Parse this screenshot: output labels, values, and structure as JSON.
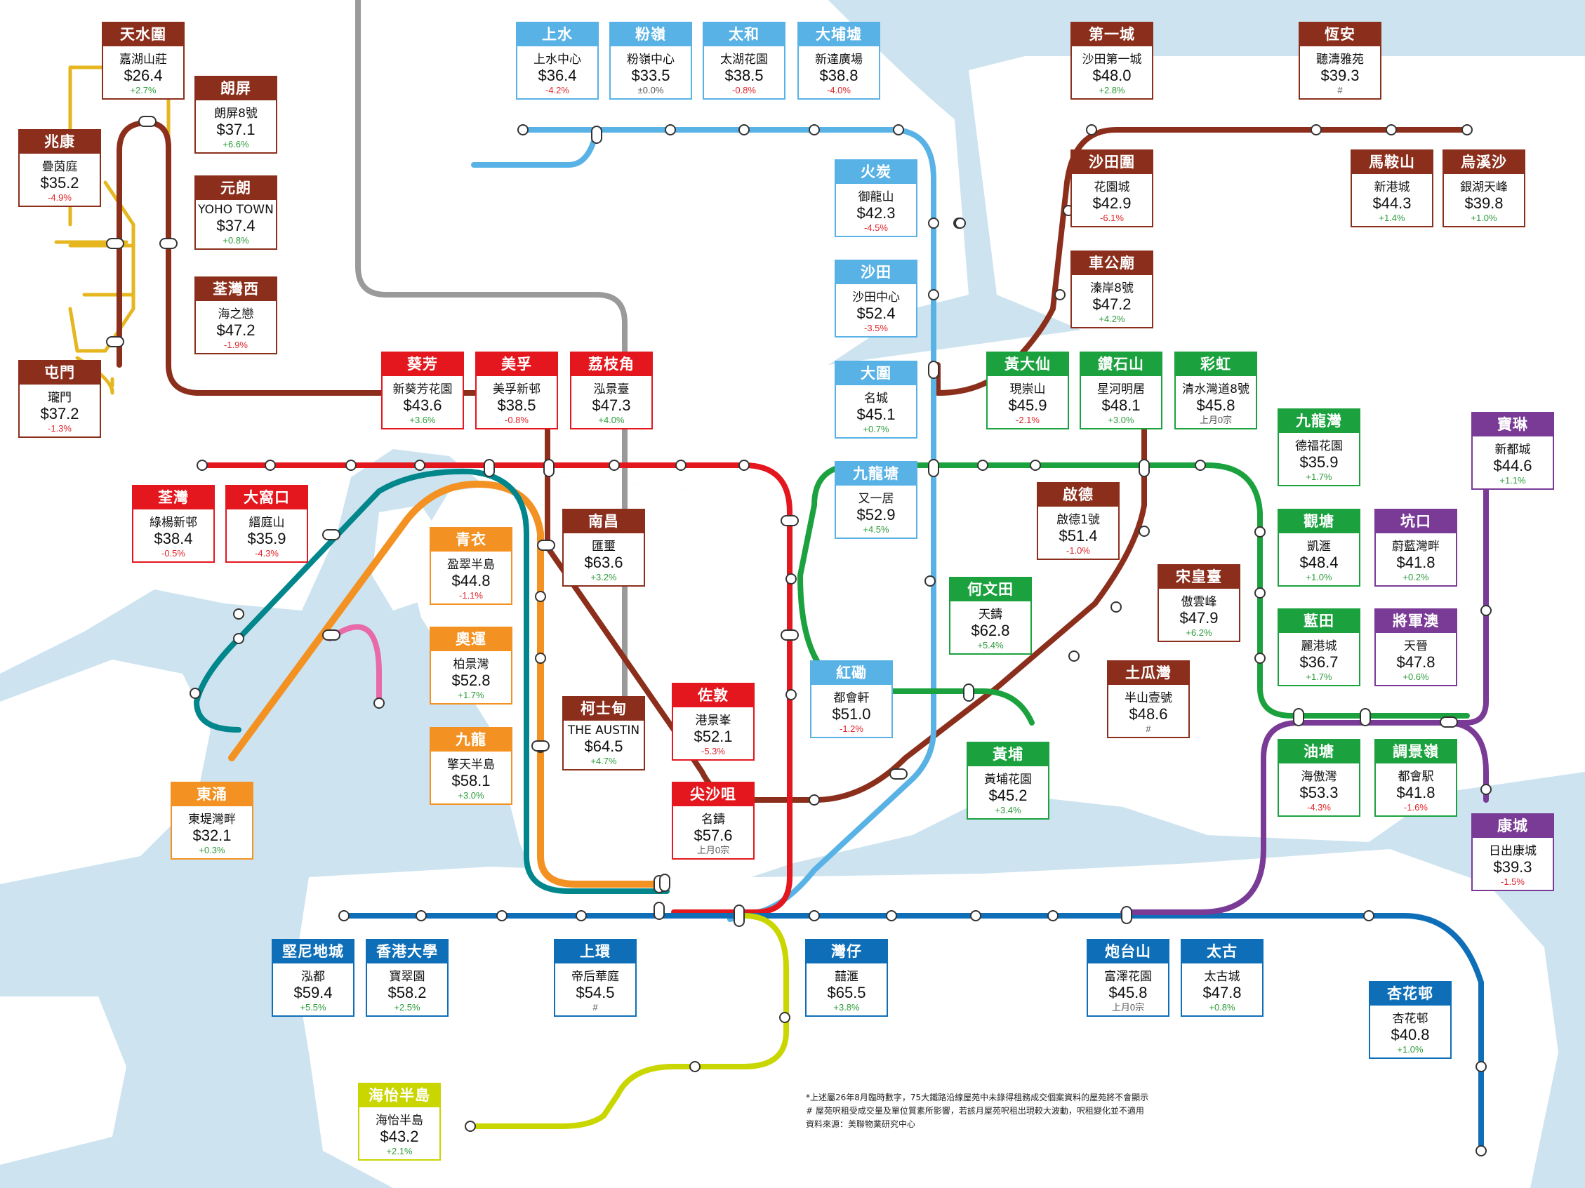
{
  "colors": {
    "sea": "#cde3ef",
    "land": "#ffffff",
    "east_rail": "#58b2e5",
    "tuen_ma": "#8b2f1c",
    "tsuen_wan": "#e3171d",
    "kwun_tong": "#1ba23e",
    "island": "#0e6fb8",
    "tung_chung": "#f39222",
    "airport_express": "#00868b",
    "tseung_kwan_o": "#7a3b96",
    "south_island": "#c9d600",
    "light_rail": "#e5b61e",
    "disneyland": "#e86aa8",
    "boundary": "#9a9a9a",
    "up": "#2e9d3c",
    "down": "#e0262b"
  },
  "stations": {
    "tin_shui_wai": {
      "name": "天水圍",
      "estate": "嘉湖山莊",
      "price": "$26.4",
      "change": "+2.7%",
      "color": "#8b2f1c"
    },
    "long_ping": {
      "name": "朗屏",
      "estate": "朗屏8號",
      "price": "$37.1",
      "change": "+6.6%",
      "color": "#8b2f1c"
    },
    "siu_hong": {
      "name": "兆康",
      "estate": "疊茵庭",
      "price": "$35.2",
      "change": "-4.9%",
      "color": "#8b2f1c"
    },
    "yuen_long": {
      "name": "元朗",
      "estate": "YOHO TOWN",
      "price": "$37.4",
      "change": "+0.8%",
      "color": "#8b2f1c"
    },
    "tsuen_wan_west": {
      "name": "荃灣西",
      "estate": "海之戀",
      "price": "$47.2",
      "change": "-1.9%",
      "color": "#8b2f1c"
    },
    "tuen_mun": {
      "name": "屯門",
      "estate": "瓏門",
      "price": "$37.2",
      "change": "-1.3%",
      "color": "#8b2f1c"
    },
    "sheung_shui": {
      "name": "上水",
      "estate": "上水中心",
      "price": "$36.4",
      "change": "-4.2%",
      "color": "#58b2e5"
    },
    "fanling": {
      "name": "粉嶺",
      "estate": "粉嶺中心",
      "price": "$33.5",
      "change": "±0.0%",
      "color": "#58b2e5"
    },
    "tai_wo": {
      "name": "太和",
      "estate": "太湖花園",
      "price": "$38.5",
      "change": "-0.8%",
      "color": "#58b2e5"
    },
    "tai_po_market": {
      "name": "大埔墟",
      "estate": "新達廣場",
      "price": "$38.8",
      "change": "-4.0%",
      "color": "#58b2e5"
    },
    "fo_tan": {
      "name": "火炭",
      "estate": "御龍山",
      "price": "$42.3",
      "change": "-4.5%",
      "color": "#58b2e5"
    },
    "sha_tin": {
      "name": "沙田",
      "estate": "沙田中心",
      "price": "$52.4",
      "change": "-3.5%",
      "color": "#58b2e5"
    },
    "tai_wai": {
      "name": "大圍",
      "estate": "名城",
      "price": "$45.1",
      "change": "+0.7%",
      "color": "#58b2e5"
    },
    "kowloon_tong": {
      "name": "九龍塘",
      "estate": "又一居",
      "price": "$52.9",
      "change": "+4.5%",
      "color": "#58b2e5"
    },
    "city_one": {
      "name": "第一城",
      "estate": "沙田第一城",
      "price": "$48.0",
      "change": "+2.8%",
      "color": "#8b2f1c"
    },
    "heng_on": {
      "name": "恆安",
      "estate": "聽濤雅苑",
      "price": "$39.3",
      "change": "#",
      "color": "#8b2f1c"
    },
    "sha_tin_wai": {
      "name": "沙田圍",
      "estate": "花園城",
      "price": "$42.9",
      "change": "-6.1%",
      "color": "#8b2f1c"
    },
    "ma_on_shan": {
      "name": "馬鞍山",
      "estate": "新港城",
      "price": "$44.3",
      "change": "+1.4%",
      "color": "#8b2f1c"
    },
    "wu_kai_sha": {
      "name": "烏溪沙",
      "estate": "銀湖天峰",
      "price": "$39.8",
      "change": "+1.0%",
      "color": "#8b2f1c"
    },
    "che_kung_temple": {
      "name": "車公廟",
      "estate": "溱岸8號",
      "price": "$47.2",
      "change": "+4.2%",
      "color": "#8b2f1c"
    },
    "kwai_fong": {
      "name": "葵芳",
      "estate": "新葵芳花園",
      "price": "$43.6",
      "change": "+3.6%",
      "color": "#e3171d"
    },
    "mei_foo": {
      "name": "美孚",
      "estate": "美孚新邨",
      "price": "$38.5",
      "change": "-0.8%",
      "color": "#e3171d"
    },
    "lai_chi_kok": {
      "name": "荔枝角",
      "estate": "泓景臺",
      "price": "$47.3",
      "change": "+4.0%",
      "color": "#e3171d"
    },
    "tsuen_wan": {
      "name": "荃灣",
      "estate": "綠楊新邨",
      "price": "$38.4",
      "change": "-0.5%",
      "color": "#e3171d"
    },
    "tai_wo_hau": {
      "name": "大窩口",
      "estate": "縉庭山",
      "price": "$35.9",
      "change": "-4.3%",
      "color": "#e3171d"
    },
    "wong_tai_sin": {
      "name": "黃大仙",
      "estate": "現崇山",
      "price": "$45.9",
      "change": "-2.1%",
      "color": "#1ba23e"
    },
    "diamond_hill": {
      "name": "鑽石山",
      "estate": "星河明居",
      "price": "$48.1",
      "change": "+3.0%",
      "color": "#1ba23e"
    },
    "choi_hung": {
      "name": "彩虹",
      "estate": "清水灣道8號",
      "price": "$45.8",
      "change": "上月0宗",
      "color": "#1ba23e"
    },
    "kowloon_bay": {
      "name": "九龍灣",
      "estate": "德福花園",
      "price": "$35.9",
      "change": "+1.7%",
      "color": "#1ba23e"
    },
    "po_lam": {
      "name": "寶琳",
      "estate": "新都城",
      "price": "$44.6",
      "change": "+1.1%",
      "color": "#7a3b96"
    },
    "kai_tak": {
      "name": "啟德",
      "estate": "啟德1號",
      "price": "$51.4",
      "change": "-1.0%",
      "color": "#8b2f1c"
    },
    "kwun_tong": {
      "name": "觀塘",
      "estate": "凱滙",
      "price": "$48.4",
      "change": "+1.0%",
      "color": "#1ba23e"
    },
    "hang_hau": {
      "name": "坑口",
      "estate": "蔚藍灣畔",
      "price": "$41.8",
      "change": "+0.2%",
      "color": "#7a3b96"
    },
    "tsing_yi": {
      "name": "青衣",
      "estate": "盈翠半島",
      "price": "$44.8",
      "change": "-1.1%",
      "color": "#f39222"
    },
    "nam_cheong": {
      "name": "南昌",
      "estate": "匯璽",
      "price": "$63.6",
      "change": "+3.2%",
      "color": "#8b2f1c"
    },
    "sung_wong_toi": {
      "name": "宋皇臺",
      "estate": "傲雲峰",
      "price": "$47.9",
      "change": "+6.2%",
      "color": "#8b2f1c"
    },
    "ho_man_tin": {
      "name": "何文田",
      "estate": "天鑄",
      "price": "$62.8",
      "change": "+5.4%",
      "color": "#1ba23e"
    },
    "lam_tin": {
      "name": "藍田",
      "estate": "麗港城",
      "price": "$36.7",
      "change": "+1.7%",
      "color": "#1ba23e"
    },
    "tseung_kwan_o": {
      "name": "將軍澳",
      "estate": "天晉",
      "price": "$47.8",
      "change": "+0.6%",
      "color": "#7a3b96"
    },
    "olympic": {
      "name": "奧運",
      "estate": "柏景灣",
      "price": "$52.8",
      "change": "+1.7%",
      "color": "#f39222"
    },
    "to_kwa_wan": {
      "name": "土瓜灣",
      "estate": "半山壹號",
      "price": "$48.6",
      "change": "#",
      "color": "#8b2f1c"
    },
    "hung_hom": {
      "name": "紅磡",
      "estate": "都會軒",
      "price": "$51.0",
      "change": "-1.2%",
      "color": "#58b2e5"
    },
    "jordan": {
      "name": "佐敦",
      "estate": "港景峯",
      "price": "$52.1",
      "change": "-5.3%",
      "color": "#e3171d"
    },
    "austin": {
      "name": "柯士甸",
      "estate": "THE AUSTIN",
      "price": "$64.5",
      "change": "+4.7%",
      "color": "#8b2f1c"
    },
    "kowloon": {
      "name": "九龍",
      "estate": "擎天半島",
      "price": "$58.1",
      "change": "+3.0%",
      "color": "#f39222"
    },
    "tsim_sha_tsui": {
      "name": "尖沙咀",
      "estate": "名鑄",
      "price": "$57.6",
      "change": "上月0宗",
      "color": "#e3171d"
    },
    "whampoa": {
      "name": "黃埔",
      "estate": "黃埔花園",
      "price": "$45.2",
      "change": "+3.4%",
      "color": "#1ba23e"
    },
    "yau_tong": {
      "name": "油塘",
      "estate": "海傲灣",
      "price": "$53.3",
      "change": "-4.3%",
      "color": "#1ba23e"
    },
    "tiu_keng_leng": {
      "name": "調景嶺",
      "estate": "都會駅",
      "price": "$41.8",
      "change": "-1.6%",
      "color": "#1ba23e"
    },
    "lohas_park": {
      "name": "康城",
      "estate": "日出康城",
      "price": "$39.3",
      "change": "-1.5%",
      "color": "#7a3b96"
    },
    "tung_chung": {
      "name": "東涌",
      "estate": "東堤灣畔",
      "price": "$32.1",
      "change": "+0.3%",
      "color": "#f39222"
    },
    "kennedy_town": {
      "name": "堅尼地城",
      "estate": "泓都",
      "price": "$59.4",
      "change": "+5.5%",
      "color": "#0e6fb8"
    },
    "hku": {
      "name": "香港大學",
      "estate": "寶翠園",
      "price": "$58.2",
      "change": "+2.5%",
      "color": "#0e6fb8"
    },
    "sheung_wan": {
      "name": "上環",
      "estate": "帝后華庭",
      "price": "$54.5",
      "change": "#",
      "color": "#0e6fb8"
    },
    "wan_chai": {
      "name": "灣仔",
      "estate": "囍滙",
      "price": "$65.5",
      "change": "+3.8%",
      "color": "#0e6fb8"
    },
    "fortress_hill": {
      "name": "炮台山",
      "estate": "富澤花園",
      "price": "$45.8",
      "change": "上月0宗",
      "color": "#0e6fb8"
    },
    "tai_koo": {
      "name": "太古",
      "estate": "太古城",
      "price": "$47.8",
      "change": "+0.8%",
      "color": "#0e6fb8"
    },
    "heng_fa_chuen": {
      "name": "杏花邨",
      "estate": "杏花邨",
      "price": "$40.8",
      "change": "+1.0%",
      "color": "#0e6fb8"
    },
    "south_horizons": {
      "name": "海怡半島",
      "estate": "海怡半島",
      "price": "$43.2",
      "change": "+2.1%",
      "color": "#c9d600"
    }
  },
  "notes": [
    "*上述屬26年8月臨時數字，75大鐵路沿線屋苑中未錄得租務成交個案資料的屋苑將不會顯示",
    "# 屋苑呎租受成交量及單位質素所影響，若該月屋苑呎租出現較大波動，呎租變化並不適用",
    "資料來源：美聯物業研究中心"
  ]
}
